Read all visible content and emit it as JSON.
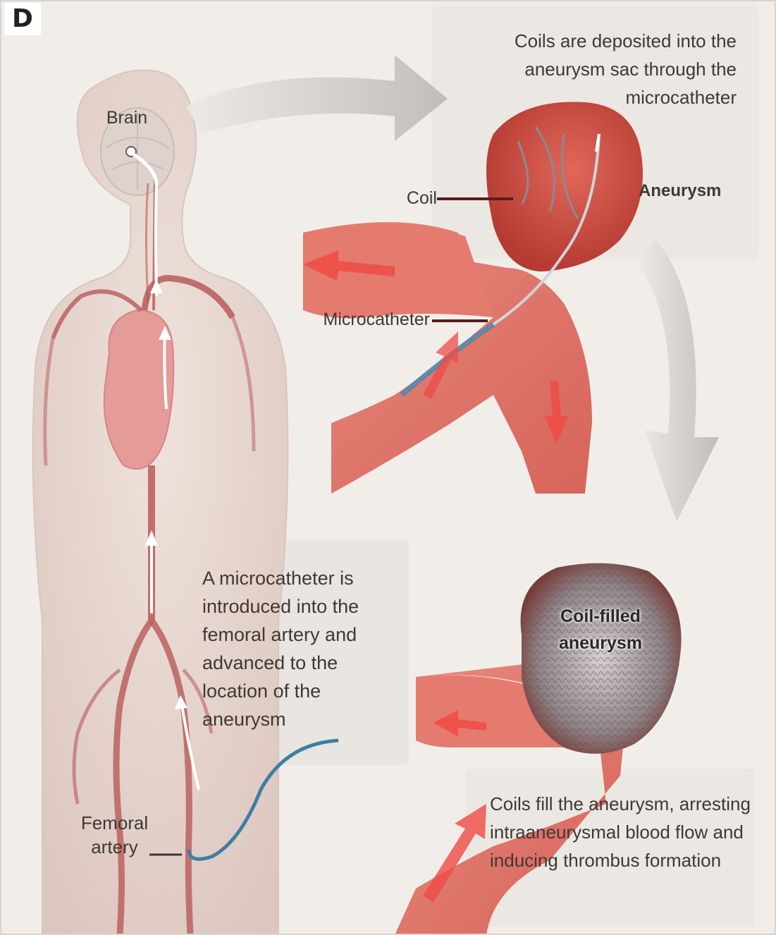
{
  "figure": {
    "panel_label": "D",
    "labels": {
      "brain": "Brain",
      "coil": "Coil",
      "aneurysm": "Aneurysm",
      "microcatheter": "Microcatheter",
      "coil_filled_aneurysm": "Coil-filled aneurysm",
      "femoral_artery": "Femoral artery"
    },
    "captions": {
      "coils_deposited": "Coils are deposited into the aneurysm sac through the microcatheter",
      "microcatheter_introduced": "A microcatheter is introduced into the femoral artery and advanced to the location of the aneurysm",
      "coils_fill": "Coils fill the aneurysm, arresting intraaneurysmal blood flow and inducing thrombus formation"
    }
  },
  "colors": {
    "background": "#f1eeea",
    "body": "#e8d8d2",
    "artery": "#b85a5a",
    "vessel": "#dd6e60",
    "aneurysm": "#c9473c",
    "catheter": "#3f7ea3",
    "flow_arrow": "#ef4b45",
    "curved_arrow": "#c9c5c1"
  }
}
